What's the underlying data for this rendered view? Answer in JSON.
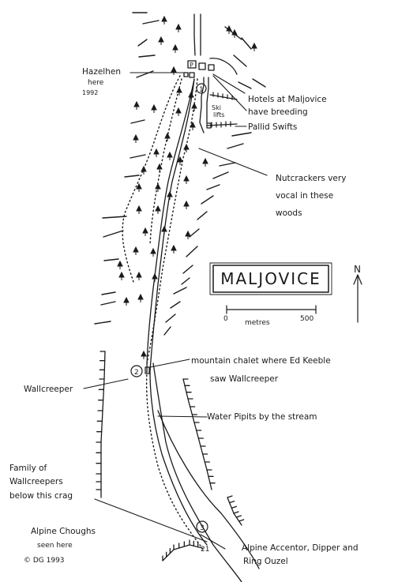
{
  "map": {
    "title": "MALJOVICE",
    "north_label": "N",
    "scale": {
      "start": "0",
      "unit": "metres",
      "end": "500"
    },
    "copyright": "© DG 1993",
    "page_number": "21",
    "ski_label_1": "Ski",
    "ski_label_2": "lifts",
    "markers": [
      "1",
      "2",
      "3"
    ],
    "labels": {
      "hazelhen": [
        "Hazelhen",
        "here",
        "1992"
      ],
      "hotels": [
        "Hotels at Maljovice",
        "have breeding",
        "Pallid Swifts"
      ],
      "nutcrackers": [
        "Nutcrackers very",
        "vocal in these",
        "woods"
      ],
      "chalet": [
        "mountain chalet where Ed Keeble",
        "saw Wallcreeper"
      ],
      "wallcreeper": "Wallcreeper",
      "water_pipits": "Water Pipits by the stream",
      "family": [
        "Family of",
        "Wallcreepers",
        "below this crag"
      ],
      "choughs": [
        "Alpine Choughs",
        "seen here"
      ],
      "accentor": [
        "Alpine Accentor, Dipper and",
        "Ring Ouzel"
      ]
    }
  }
}
